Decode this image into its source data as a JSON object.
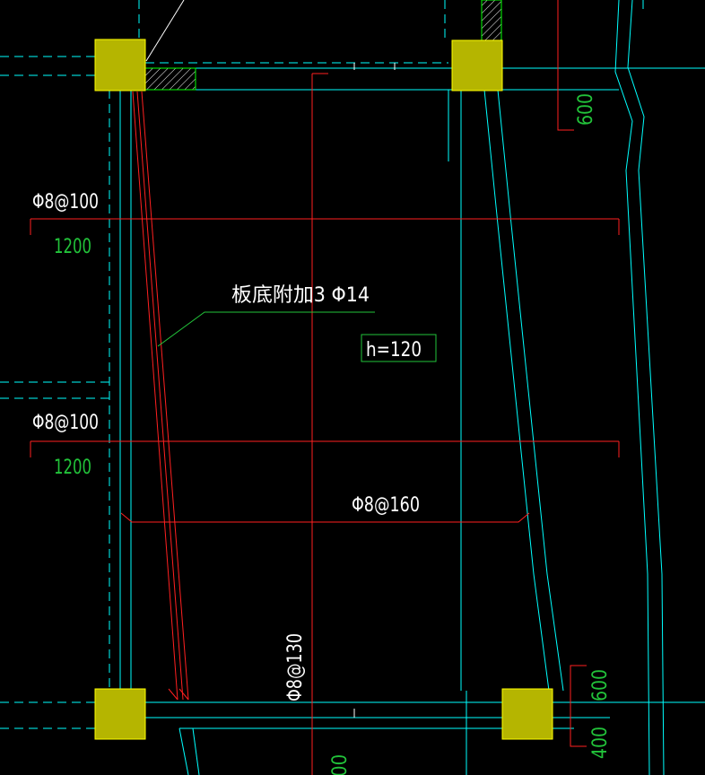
{
  "colors": {
    "background": "#000000",
    "wall_cyan": "#00ffff",
    "rebar_red": "#ff2020",
    "annotation_white": "#ffffff",
    "dimension_green": "#22c33a",
    "column_fill": "#b5b500"
  },
  "annotations": {
    "top_rebar_1": "Φ8@100",
    "top_rebar_1_len": "1200",
    "top_rebar_2": "Φ8@100",
    "top_rebar_2_len": "1200",
    "bottom_extra": "板底附加3 Φ14",
    "thickness": "h=120",
    "span_rebar_h": "Φ8@160",
    "span_rebar_v": "Φ8@130",
    "bottom_cut_dim": "00",
    "right_dim_top": "600",
    "right_dim_mid": "600",
    "right_dim_bot": "400"
  }
}
